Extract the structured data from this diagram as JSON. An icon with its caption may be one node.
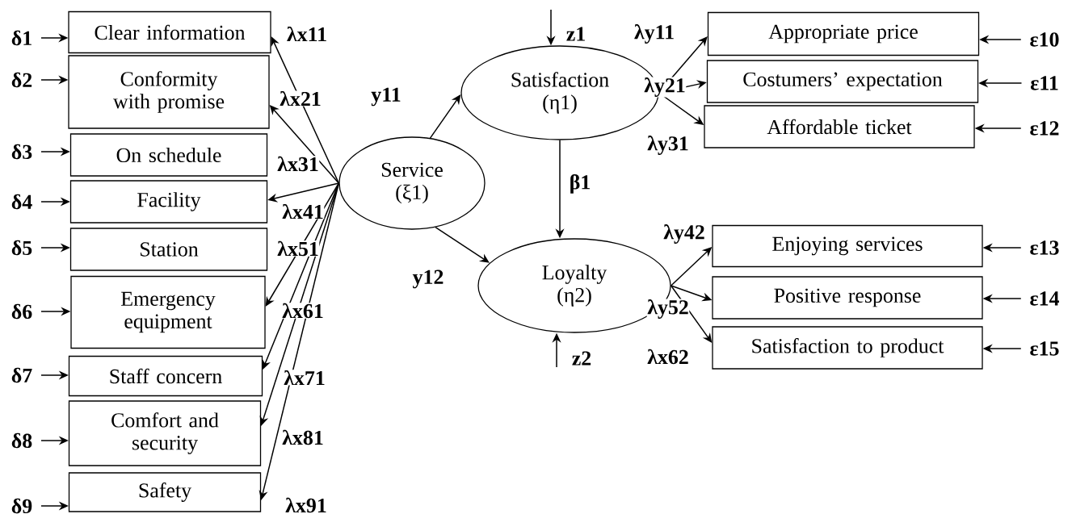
{
  "diagram": {
    "nodes": [
      {
        "text": [
          "Clear information"
        ]
      },
      {
        "text": [
          "Conformity with promise"
        ]
      },
      {
        "text": [
          "On schedule"
        ]
      },
      {
        "text": [
          "Facility"
        ]
      },
      {
        "text": [
          "Station"
        ]
      },
      {
        "text": [
          "Emergency equipment"
        ]
      },
      {
        "text": [
          "Staff concern"
        ]
      },
      {
        "text": [
          "Comfort and security"
        ]
      },
      {
        "text": [
          "Safety"
        ]
      },
      {
        "text": [
          "Service (ξ1)"
        ]
      },
      {
        "text": [
          "Satisfaction (η1)"
        ]
      },
      {
        "text": [
          "Loyalty (η2)"
        ]
      },
      {
        "text": [
          "Appropriate price"
        ]
      },
      {
        "text": [
          "Costumers’ expectation"
        ]
      },
      {
        "text": [
          "Affordable ticket"
        ]
      },
      {
        "text": [
          "Enjoying services"
        ]
      },
      {
        "text": [
          "Positive response"
        ]
      },
      {
        "text": [
          "Satisfaction to product"
        ]
      },
      {
        "text": [
          "δ1"
        ]
      },
      {
        "text": [
          "δ2"
        ]
      },
      {
        "text": [
          "δ3"
        ]
      },
      {
        "text": [
          "δ4"
        ]
      },
      {
        "text": [
          "δ5"
        ]
      },
      {
        "text": [
          "δ6"
        ]
      },
      {
        "text": [
          "δ7"
        ]
      },
      {
        "text": [
          "δ8"
        ]
      },
      {
        "text": [
          "δ9"
        ]
      },
      {
        "text": [
          "ε10"
        ]
      },
      {
        "text": [
          "ε11"
        ]
      },
      {
        "text": [
          "ε12"
        ]
      },
      {
        "text": [
          "ε13"
        ]
      },
      {
        "text": [
          "ε14"
        ]
      },
      {
        "text": [
          "ε15"
        ]
      }
    ],
    "edges": [
      {
        "from": 18,
        "to": 0,
        "arrow": "to"
      },
      {
        "from": 19,
        "to": 1,
        "arrow": "to"
      },
      {
        "from": 20,
        "to": 2,
        "arrow": "to"
      },
      {
        "from": 21,
        "to": 3,
        "arrow": "to"
      },
      {
        "from": 22,
        "to": 4,
        "arrow": "to"
      },
      {
        "from": 23,
        "to": 5,
        "arrow": "to"
      },
      {
        "from": 24,
        "to": 6,
        "arrow": "to"
      },
      {
        "from": 25,
        "to": 7,
        "arrow": "to"
      },
      {
        "from": 26,
        "to": 8,
        "arrow": "to"
      },
      {
        "from": 9,
        "to": 0,
        "arrow": "to",
        "label": "λx11"
      },
      {
        "from": 9,
        "to": 1,
        "arrow": "to",
        "label": "λx21"
      },
      {
        "from": 9,
        "to": 3,
        "arrow": "to",
        "label": "λx41"
      },
      {
        "from": 9,
        "to": 5,
        "arrow": "to",
        "label": "λx61"
      },
      {
        "from": 9,
        "to": 6,
        "arrow": "to",
        "label": "λx71"
      },
      {
        "from": 9,
        "to": 7,
        "arrow": "to",
        "label": "λx81"
      },
      {
        "from": 9,
        "to": 8,
        "arrow": "to",
        "label": "λx91"
      },
      {
        "from": 9,
        "to": 10,
        "arrow": "to",
        "label": "y11"
      },
      {
        "from": 9,
        "to": 11,
        "arrow": "to",
        "label": "y12"
      },
      {
        "from": 10,
        "to": 11,
        "arrow": "to",
        "label": "β1"
      },
      {
        "from": 10,
        "to": 12,
        "arrow": "to",
        "label": "λy11"
      },
      {
        "from": 10,
        "to": 13,
        "arrow": "to",
        "label": "λy21"
      },
      {
        "from": 10,
        "to": 14,
        "arrow": "to",
        "label": "λy31"
      },
      {
        "from": 11,
        "to": 15,
        "arrow": "to",
        "label": "λy42"
      },
      {
        "from": 11,
        "to": 16,
        "arrow": "to",
        "label": "λy52"
      },
      {
        "from": 11,
        "to": 17,
        "arrow": "to",
        "label": "λx62"
      },
      {
        "from": 27,
        "to": 12,
        "arrow": "to"
      },
      {
        "from": 28,
        "to": 13,
        "arrow": "to"
      },
      {
        "from": 29,
        "to": 14,
        "arrow": "to"
      },
      {
        "from": 30,
        "to": 15,
        "arrow": "to"
      },
      {
        "from": 31,
        "to": 16,
        "arrow": "to"
      },
      {
        "from": 32,
        "to": 17,
        "arrow": "to"
      },
      {
        "from": null,
        "to": 10,
        "arrow": "to",
        "label": "z1"
      },
      {
        "from": null,
        "to": 11,
        "arrow": "to",
        "label": "z2"
      }
    ],
    "labels": [
      "λx31",
      "λx51"
    ]
  }
}
